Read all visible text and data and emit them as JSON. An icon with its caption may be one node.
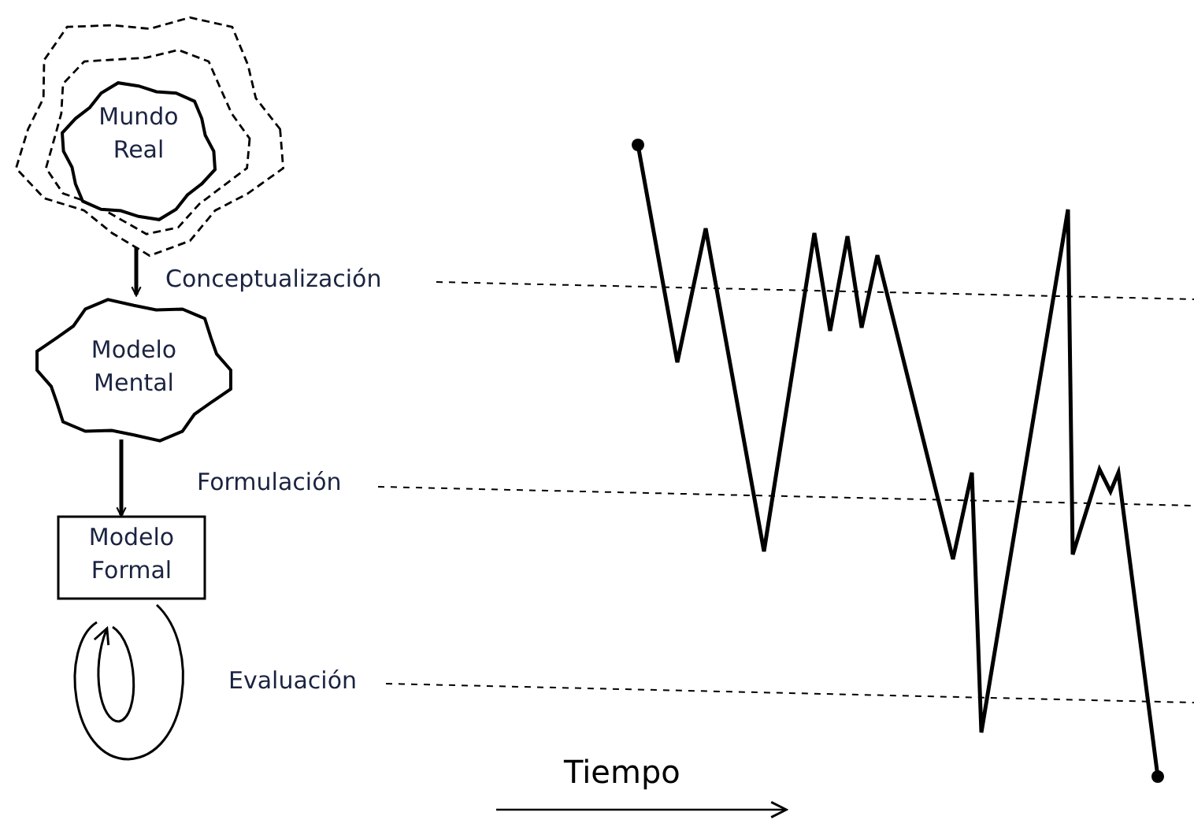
{
  "diagram": {
    "nodes": [
      {
        "text": [
          "Mundo Real"
        ]
      },
      {
        "text": [
          "Modelo Mental"
        ]
      },
      {
        "text": [
          "Modelo Formal"
        ]
      }
    ],
    "edges": [
      {
        "from": 0,
        "to": 1,
        "arrow": "to",
        "label": "Conceptualización"
      },
      {
        "from": 1,
        "to": 2,
        "arrow": "to",
        "label": "Formulación"
      },
      {
        "from": 2,
        "to": 2,
        "arrow": "to",
        "label": "Evaluación"
      }
    ],
    "labels": [
      "Tiempo"
    ]
  }
}
